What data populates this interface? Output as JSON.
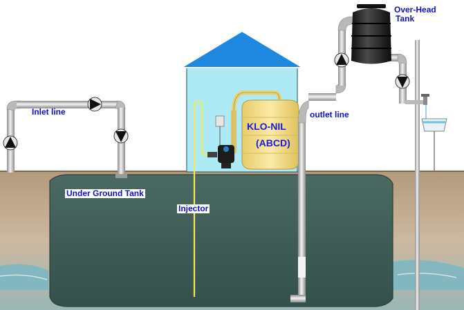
{
  "labels": {
    "inlet_line": "Inlet line",
    "under_ground_tank": "Under Ground Tank",
    "injector": "Injector",
    "outlet_line": "outlet line",
    "over_head_tank_line1": "Over-Head",
    "over_head_tank_line2": "Tank",
    "klo_nil": "KLO-NIL",
    "abcd": "(ABCD)"
  },
  "colors": {
    "ground": "#c9b59c",
    "tank": "#3f5c55",
    "pump_house_wall": "#aeeaf5",
    "pump_house_roof": "#1e87e0",
    "pipe": "#c8c8c8",
    "dosing_tank": "#f5e08a",
    "injector_line": "#f2ee60",
    "label_text": "#1010c0"
  },
  "icons": [
    "flow-arrow-icon",
    "pump-icon",
    "tap-icon"
  ]
}
